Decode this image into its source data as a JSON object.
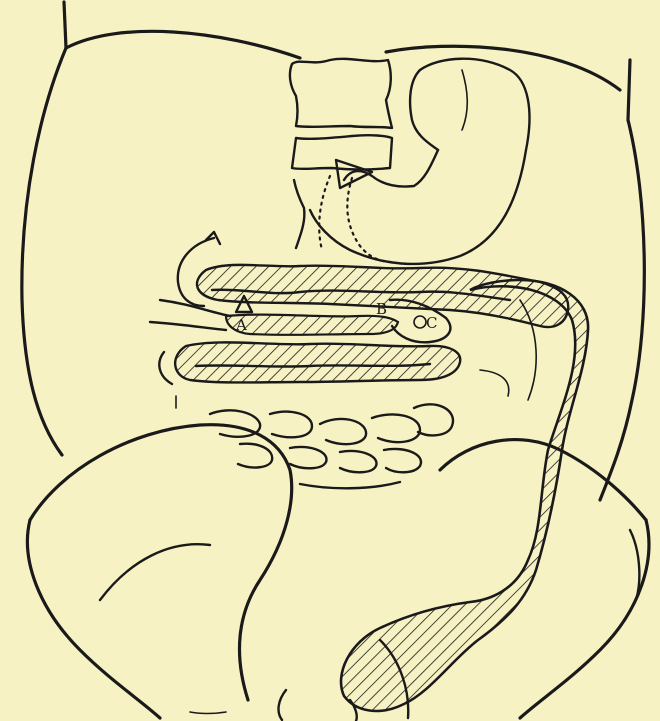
{
  "figure": {
    "labels": {
      "a": "A",
      "b": "B",
      "c": "C"
    },
    "colors": {
      "paper": "#f7f2c4",
      "ink": "#1a1a1a"
    }
  }
}
